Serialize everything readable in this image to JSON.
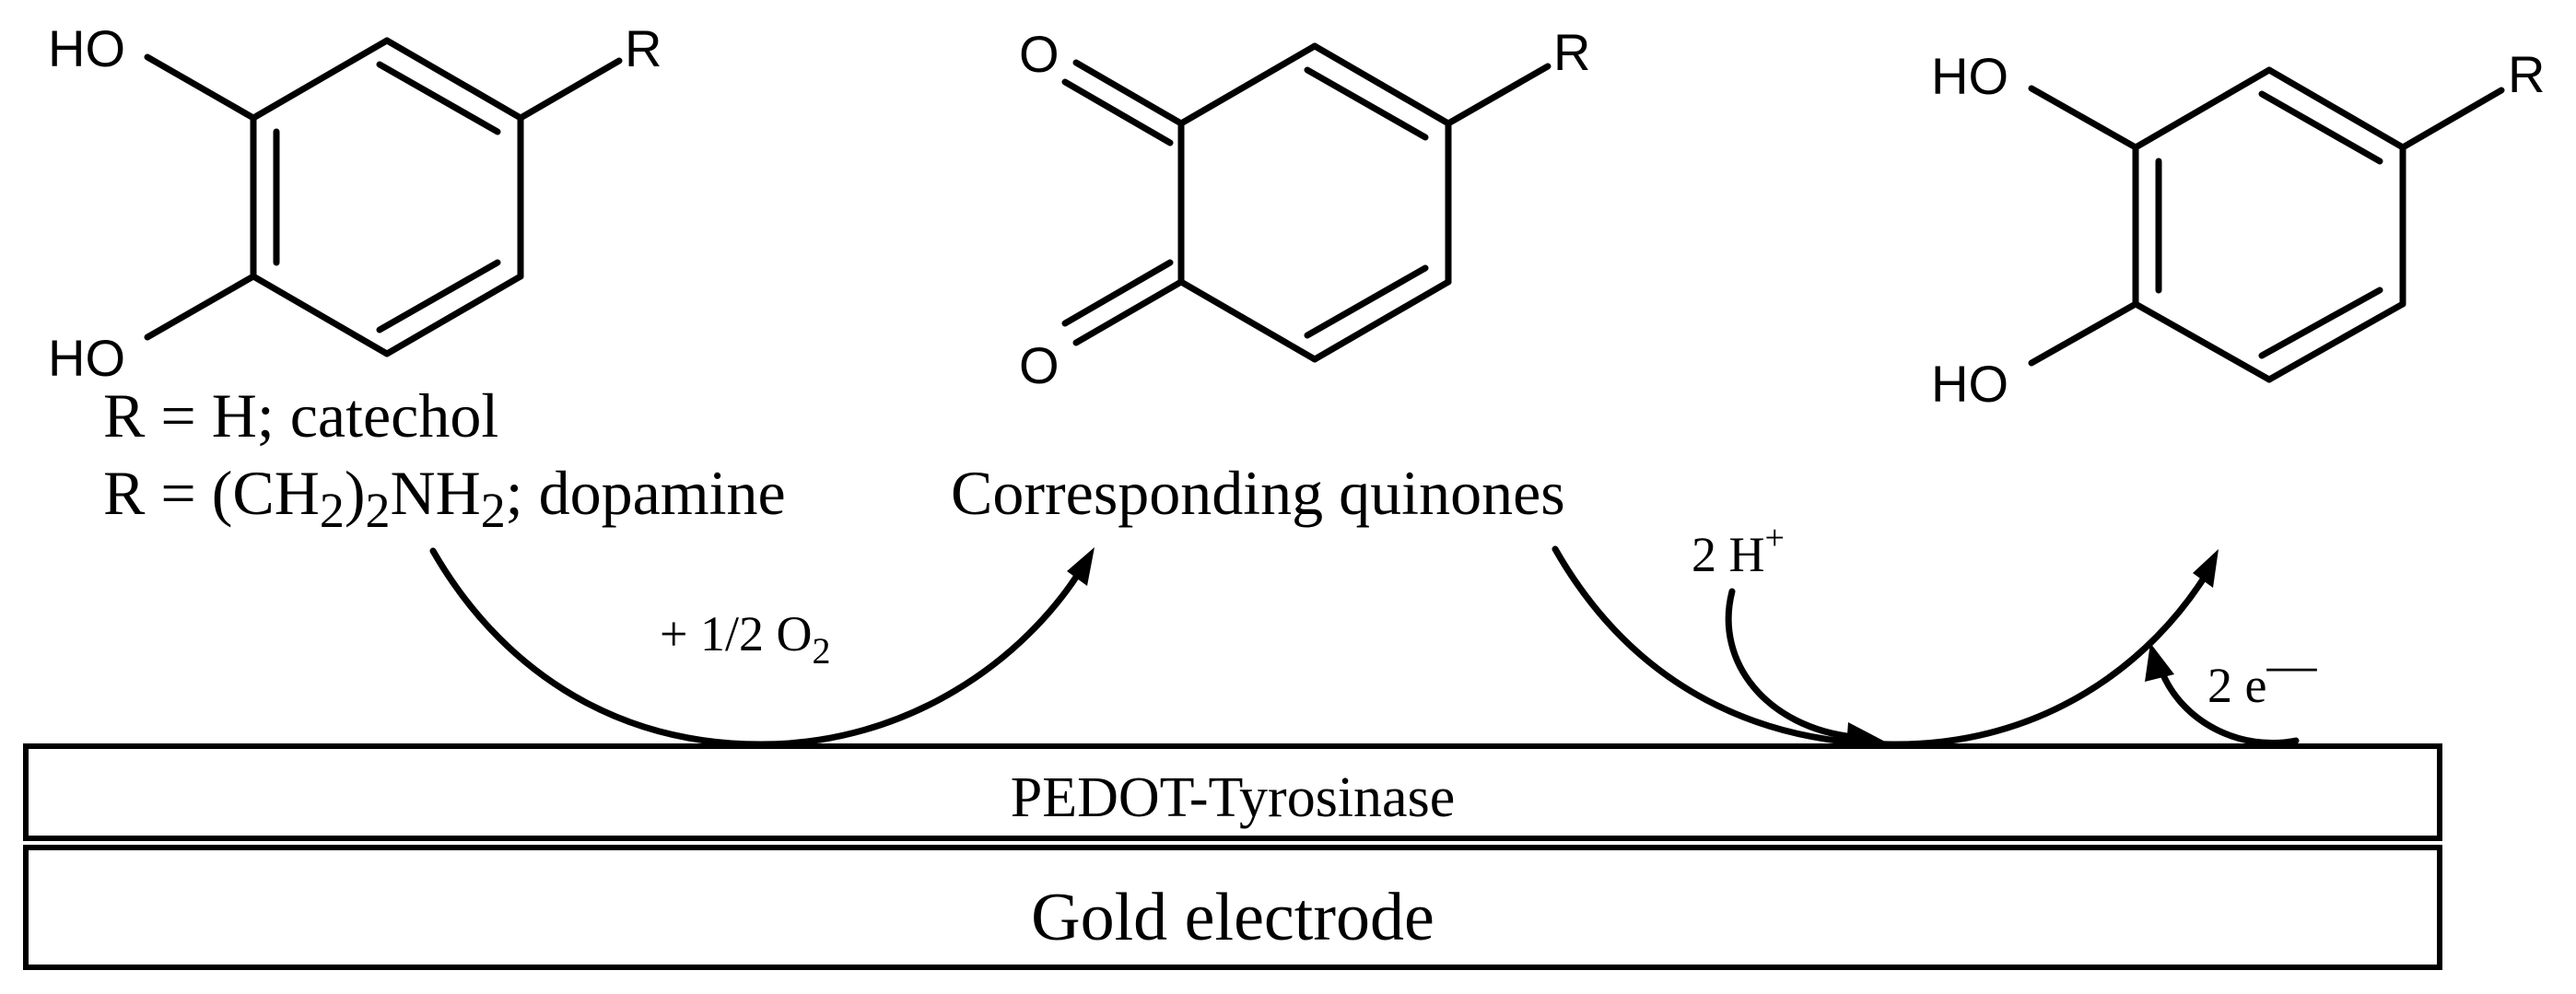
{
  "molecules": {
    "catechol": {
      "ho_top": "HO",
      "ho_bottom": "HO",
      "r_group": "R"
    },
    "quinone": {
      "o_top": "O",
      "o_bottom": "O",
      "r_group": "R"
    },
    "product": {
      "ho_top": "HO",
      "ho_bottom": "HO",
      "r_group": "R"
    }
  },
  "legend": {
    "line1": "R = H; catechol",
    "line2_prefix": "R = (CH",
    "line2_sub1": "2",
    "line2_mid1": ")",
    "line2_sub2": "2",
    "line2_mid2": "NH",
    "line2_sub3": "2",
    "line2_suffix": "; dopamine",
    "quinones": "Corresponding quinones"
  },
  "reagents": {
    "oxygen_prefix": "+ 1/2 O",
    "oxygen_sub": "2",
    "protons_prefix": "2 H",
    "protons_sup": "+",
    "electrons": "2 e",
    "electrons_sup": "—"
  },
  "layers": {
    "enzyme": "PEDOT-Tyrosinase",
    "electrode": "Gold electrode"
  }
}
